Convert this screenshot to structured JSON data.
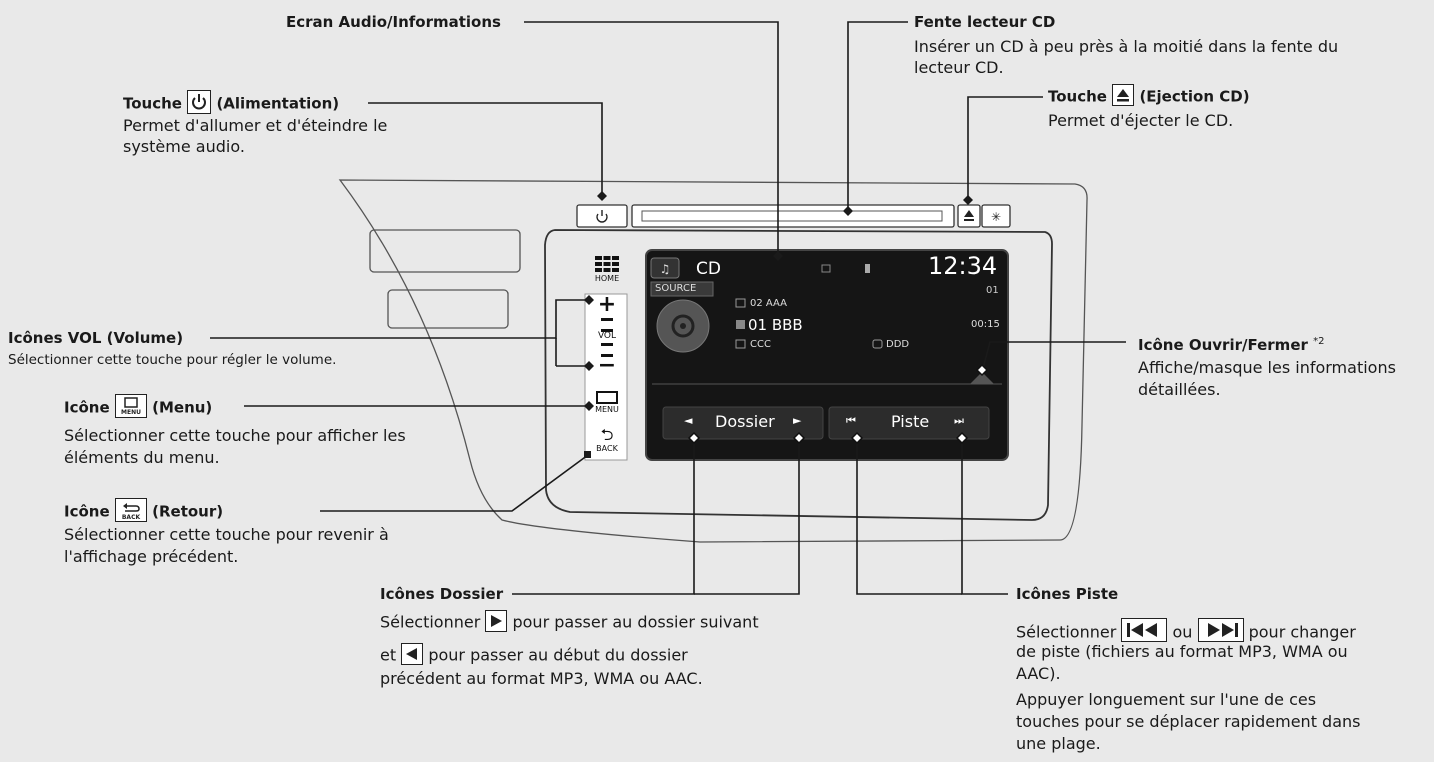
{
  "callouts": {
    "screen": {
      "title": "Ecran Audio/Informations"
    },
    "slot": {
      "title": "Fente lecteur CD",
      "desc_1": "Insérer un CD à peu près à la moitié dans la fente du",
      "desc_2": "lecteur CD."
    },
    "power": {
      "title_pre": "Touche",
      "title_post": "(Alimentation)",
      "desc_1": "Permet d'allumer et d'éteindre le",
      "desc_2": "système audio."
    },
    "eject": {
      "title_pre": "Touche",
      "title_post": "(Ejection CD)",
      "desc_1": "Permet d'éjecter le CD."
    },
    "volume": {
      "title": "Icônes VOL (Volume)",
      "desc_1": "Sélectionner cette touche pour régler le volume."
    },
    "openclose": {
      "title": "Icône Ouvrir/Fermer",
      "note": "*2",
      "desc_1": "Affiche/masque les informations",
      "desc_2": "détaillées."
    },
    "menu": {
      "title_pre": "Icône",
      "title_post": "(Menu)",
      "desc_1": "Sélectionner cette touche pour afficher les",
      "desc_2": "éléments du menu."
    },
    "back": {
      "title_pre": "Icône",
      "title_post": "(Retour)",
      "desc_1": "Sélectionner cette touche pour revenir à",
      "desc_2": "l'affichage précédent."
    },
    "folder": {
      "title": "Icônes Dossier",
      "l1_pre": "Sélectionner",
      "l1_post": "pour passer au dossier suivant",
      "l2_pre": "et",
      "l2_post": "pour passer au début du dossier",
      "l3": "précédent au format MP3, WMA ou AAC."
    },
    "track": {
      "title": "Icônes Piste",
      "l1_pre": "Sélectionner",
      "l1_mid": "ou",
      "l1_post": "pour changer",
      "l2": "de piste (fichiers au format MP3, WMA ou",
      "l3": "AAC).",
      "l4": "Appuyer longuement sur l'une de ces",
      "l5": "touches pour se déplacer rapidement dans",
      "l6": "une plage."
    }
  },
  "side_panel": {
    "home": "HOME",
    "plus": "+",
    "vol": "VOL",
    "minus": "−",
    "menu": "MENU",
    "back": "BACK"
  },
  "screen": {
    "source_tab": "CD",
    "source_btn": "SOURCE",
    "clock": "12:34",
    "track_no": "01",
    "folder": "02 AAA",
    "track": "01  BBB",
    "time": "00:15",
    "album": "CCC",
    "artist": "DDD",
    "folder_btn": "Dossier",
    "track_btn": "Piste",
    "prev_glyph": "◄",
    "next_glyph": "►",
    "skip_back_glyph": "⏮",
    "skip_fwd_glyph": "⏭"
  },
  "icons": {
    "power": "power-icon",
    "eject": "eject-icon",
    "menu": "menu-icon",
    "back": "back-icon",
    "next": "next-arrow-icon",
    "prev": "prev-arrow-icon",
    "skip_back": "skip-back-icon",
    "skip_fwd": "skip-forward-icon",
    "home": "home-grid-icon",
    "music": "music-note-icon"
  }
}
